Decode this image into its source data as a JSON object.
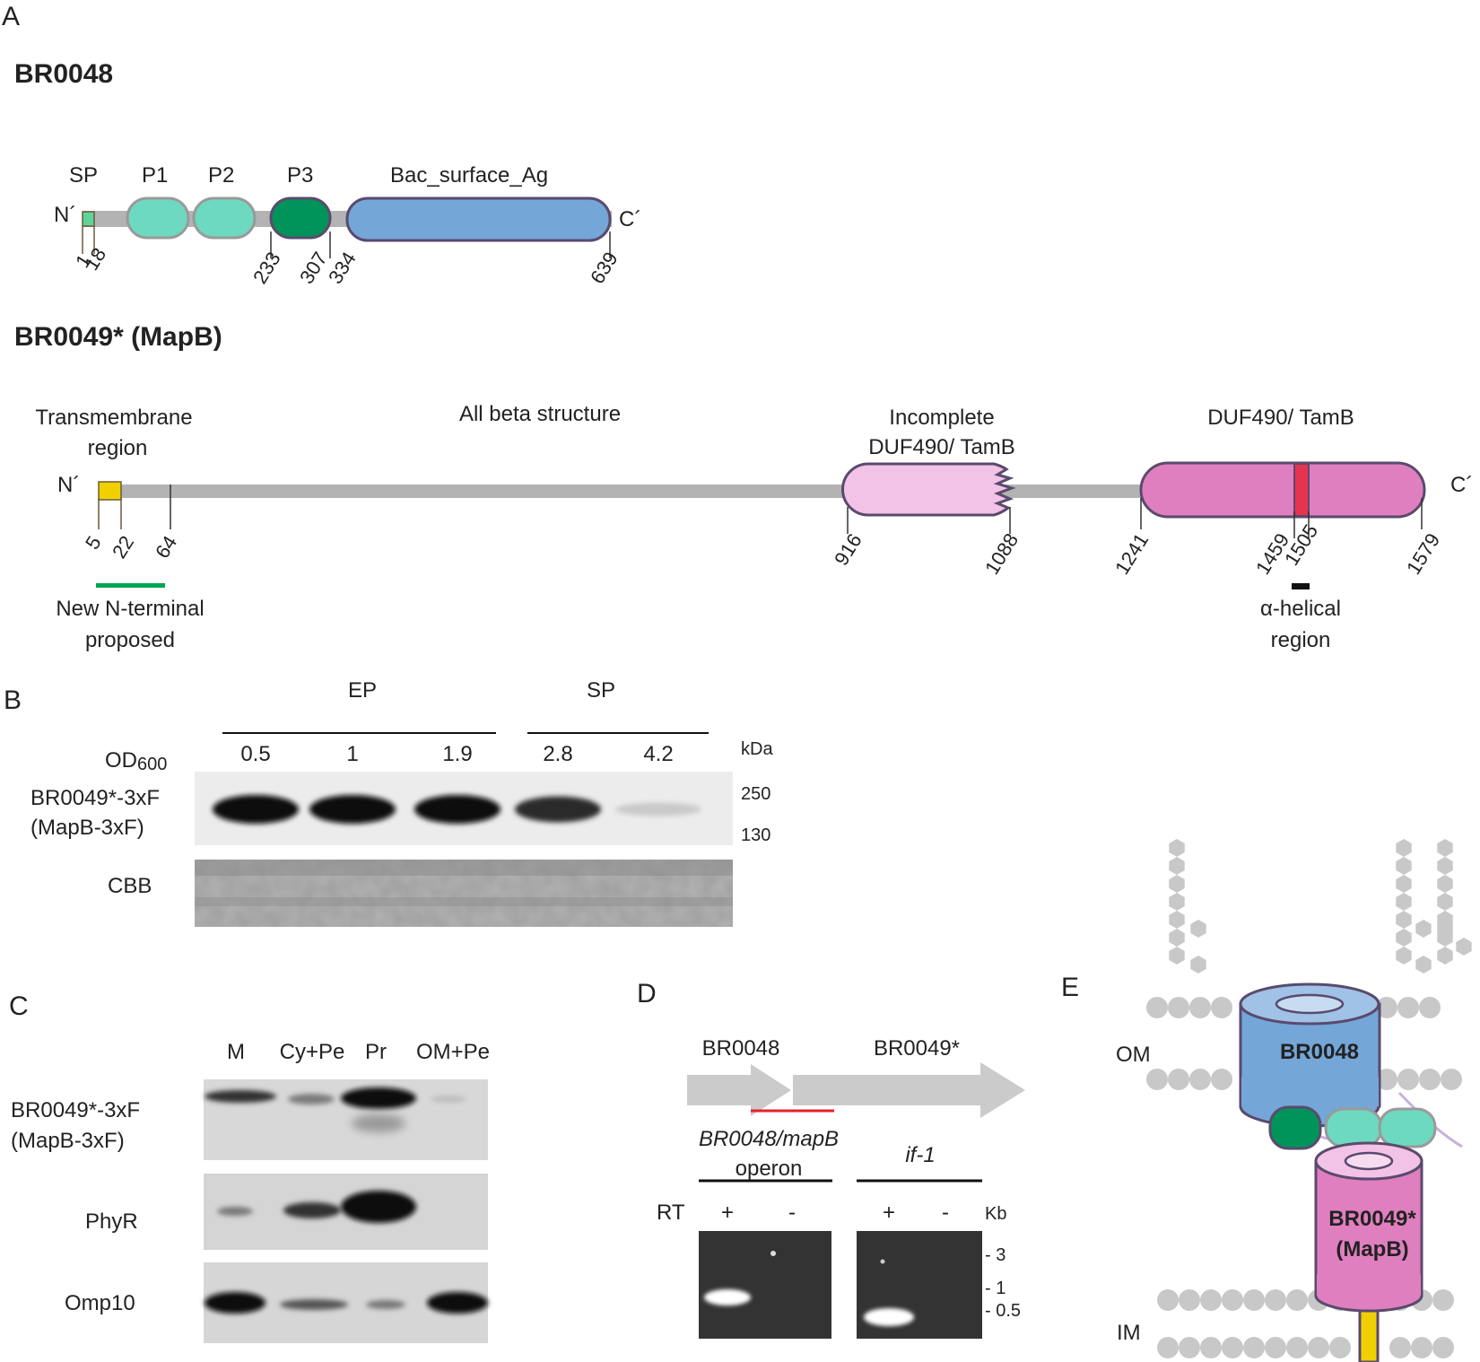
{
  "panels": {
    "a": "A",
    "b": "B",
    "c": "C",
    "d": "D",
    "e": "E"
  },
  "colors": {
    "backbone": "#b3b3b3",
    "sp": "#5fd39a",
    "potra_light": "#6dd9c0",
    "potra_dark": "#00945a",
    "bac_surface": "#74a6d8",
    "tm_region": "#f0d000",
    "duf_light": "#f2c3e6",
    "duf_dark": "#e07fbf",
    "helix": "#e8334f",
    "outline": "#5a4a6e",
    "new_nterm": "#00a651",
    "pcr_line": "#e8202a",
    "lipid": "#c8c8c8"
  },
  "panelA": {
    "br0048": {
      "title": "BR0048",
      "domains": {
        "sp": "SP",
        "p1": "P1",
        "p2": "P2",
        "p3": "P3",
        "bac": "Bac_surface_Ag"
      },
      "nterm": "N´",
      "cterm": "C´",
      "positions": [
        "1",
        "18",
        "233",
        "307",
        "334",
        "639"
      ]
    },
    "br0049": {
      "title": "BR0049* (MapB)",
      "tm_label": [
        "Transmembrane",
        "region"
      ],
      "beta_label": "All beta structure",
      "incomplete_label": [
        "Incomplete",
        "DUF490/ TamB"
      ],
      "duf_label": "DUF490/ TamB",
      "nterm": "N´",
      "cterm": "C´",
      "positions": [
        "5",
        "22",
        "64",
        "916",
        "1088",
        "1241",
        "1459",
        "1505",
        "1579"
      ],
      "new_nterm_label": [
        "New N-terminal",
        "proposed"
      ],
      "helical_label": [
        "α-helical",
        "region"
      ]
    }
  },
  "panelB": {
    "ep": "EP",
    "sp": "SP",
    "od_label": "OD",
    "od_sub": "600",
    "od_values": [
      "0.5",
      "1",
      "1.9",
      "2.8",
      "4.2"
    ],
    "kda": "kDa",
    "markers": [
      "250",
      "130"
    ],
    "blot_label": [
      "BR0049*-3xF",
      "(MapB-3xF)"
    ],
    "cbb": "CBB",
    "band_intensity": [
      1.0,
      1.0,
      1.0,
      0.85,
      0.15
    ]
  },
  "panelC": {
    "columns": [
      "M",
      "Cy+Pe",
      "Pr",
      "OM+Pe"
    ],
    "blot1_label": [
      "BR0049*-3xF",
      "(MapB-3xF)"
    ],
    "blot2_label": "PhyR",
    "blot3_label": "Omp10"
  },
  "panelD": {
    "gene1": "BR0048",
    "gene2": "BR0049*",
    "operon_label": [
      "BR0048/mapB",
      "operon"
    ],
    "if1_label": "if-1",
    "rt": "RT",
    "plus": "+",
    "minus": "-",
    "kb": "Kb",
    "ladder": [
      "3",
      "1",
      "0.5"
    ]
  },
  "panelE": {
    "om": "OM",
    "im": "IM",
    "br0048": "BR0048",
    "br0049": [
      "BR0049*",
      "(MapB)"
    ]
  }
}
